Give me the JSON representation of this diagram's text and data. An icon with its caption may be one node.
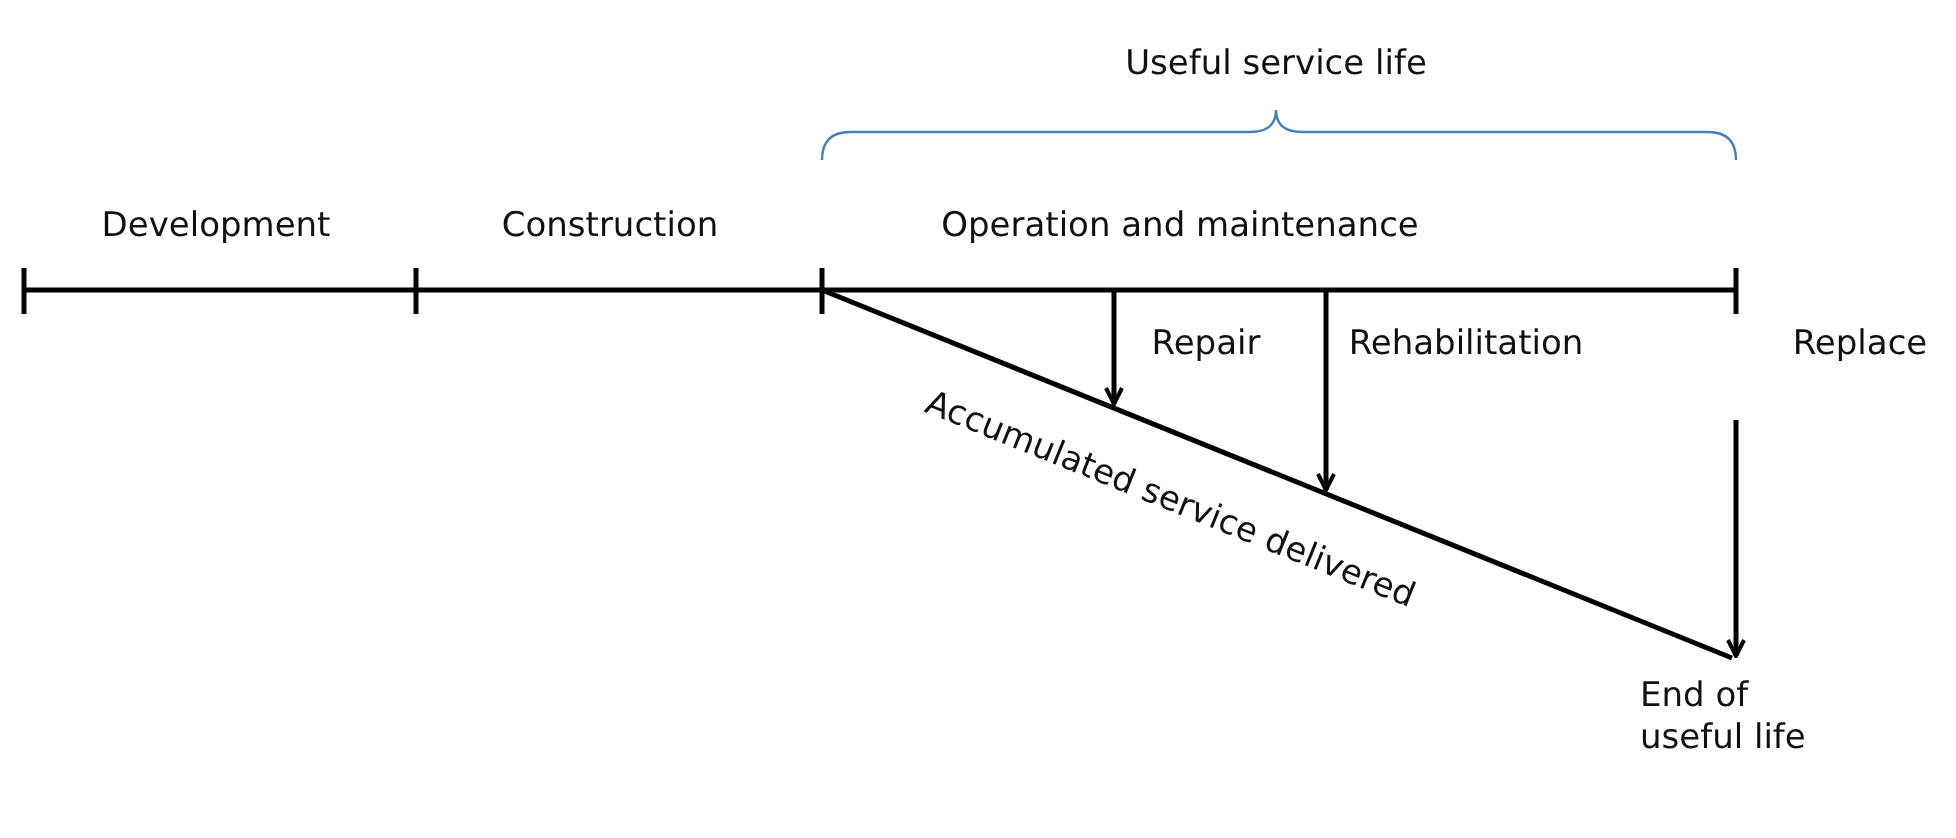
{
  "diagram": {
    "labels": [
      "Useful service life",
      "Development",
      "Construction",
      "Operation and maintenance",
      "Repair",
      "Rehabilitation",
      "Replace",
      "Accumulated service delivered",
      "End of useful life"
    ]
  }
}
